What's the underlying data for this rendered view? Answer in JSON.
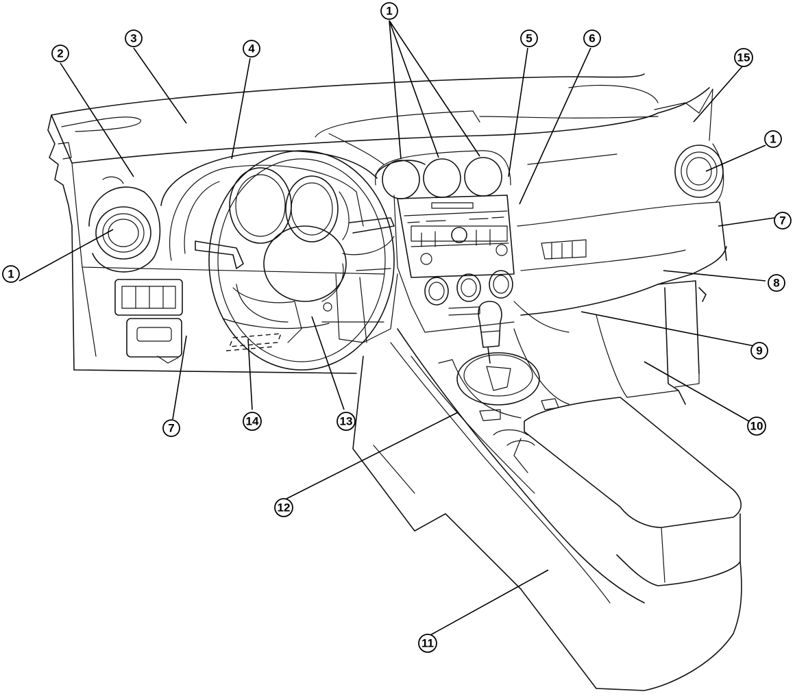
{
  "callouts": [
    {
      "id": "c1-center",
      "label": "1"
    },
    {
      "id": "c2",
      "label": "2"
    },
    {
      "id": "c3",
      "label": "3"
    },
    {
      "id": "c4",
      "label": "4"
    },
    {
      "id": "c5",
      "label": "5"
    },
    {
      "id": "c6",
      "label": "6"
    },
    {
      "id": "c15",
      "label": "15"
    },
    {
      "id": "c1-right",
      "label": "1"
    },
    {
      "id": "c1-left",
      "label": "1"
    },
    {
      "id": "c7-right",
      "label": "7"
    },
    {
      "id": "c8",
      "label": "8"
    },
    {
      "id": "c9",
      "label": "9"
    },
    {
      "id": "c10",
      "label": "10"
    },
    {
      "id": "c7-left",
      "label": "7"
    },
    {
      "id": "c14",
      "label": "14"
    },
    {
      "id": "c13",
      "label": "13"
    },
    {
      "id": "c12",
      "label": "12"
    },
    {
      "id": "c11",
      "label": "11"
    }
  ]
}
